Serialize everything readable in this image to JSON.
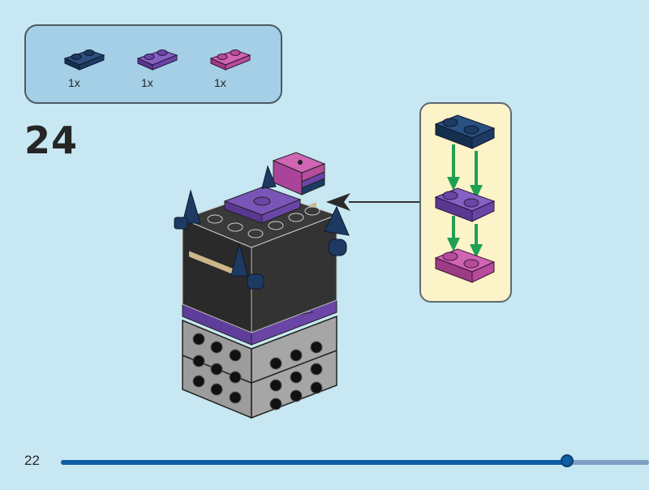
{
  "parts_list": {
    "items": [
      {
        "name": "plate-1x2-dark-blue",
        "color": "#1d3a63",
        "quantity": "1x"
      },
      {
        "name": "plate-1x2-medium-lavender",
        "color": "#6a45a6",
        "quantity": "1x"
      },
      {
        "name": "plate-1x2-magenta",
        "color": "#b64c9b",
        "quantity": "1x"
      }
    ]
  },
  "step": {
    "number": "24"
  },
  "sub_assembly": {
    "stack_order": [
      "dark-blue",
      "medium-lavender",
      "magenta"
    ],
    "arrow_color": "#1fa052"
  },
  "footer": {
    "page_number": "22",
    "progress_fraction": 0.86
  },
  "colors": {
    "background": "#c7e7f2",
    "parts_box": "#a4cfe6",
    "sub_box": "#fdf3c8",
    "progress_fill": "#0d5fa3",
    "progress_track": "#7f9fc3"
  }
}
